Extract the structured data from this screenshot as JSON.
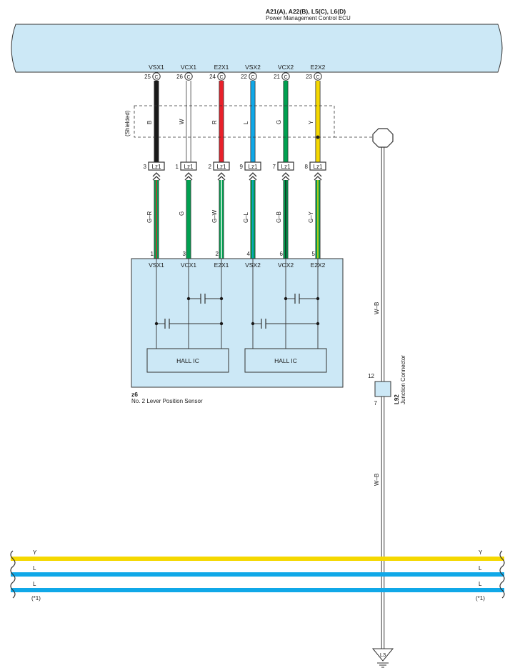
{
  "ecu": {
    "codes": "A21(A), A22(B), L5(C), L6(D)",
    "name": "Power Management Control ECU",
    "pins": [
      {
        "label": "VSX1",
        "num": "25",
        "connector": "C",
        "color": "B",
        "hex": "#1a1a1a"
      },
      {
        "label": "VCX1",
        "num": "26",
        "connector": "C",
        "color": "W",
        "hex": "#ffffff"
      },
      {
        "label": "E2X1",
        "num": "24",
        "connector": "C",
        "color": "R",
        "hex": "#e8202a"
      },
      {
        "label": "VSX2",
        "num": "22",
        "connector": "C",
        "color": "L",
        "hex": "#10a8e8"
      },
      {
        "label": "VCX2",
        "num": "21",
        "connector": "C",
        "color": "G",
        "hex": "#00a050"
      },
      {
        "label": "E2X2",
        "num": "23",
        "connector": "C",
        "color": "Y",
        "hex": "#f5d800"
      }
    ]
  },
  "shield": {
    "label": "(Shielded)"
  },
  "lz": {
    "code": "Lz1",
    "pins": [
      {
        "num": "3",
        "wire": "G–R",
        "stripe": "#e8202a"
      },
      {
        "num": "1",
        "wire": "G",
        "stripe": "#00a050"
      },
      {
        "num": "2",
        "wire": "G–W",
        "stripe": "#ffffff"
      },
      {
        "num": "9",
        "wire": "G–L",
        "stripe": "#10a8e8"
      },
      {
        "num": "7",
        "wire": "G–B",
        "stripe": "#1a1a1a"
      },
      {
        "num": "8",
        "wire": "G–Y",
        "stripe": "#f5d800"
      }
    ]
  },
  "sensor": {
    "code": "z6",
    "name": "No. 2 Lever Position Sensor",
    "pins": [
      {
        "num": "1",
        "label": "VSX1"
      },
      {
        "num": "3",
        "label": "VCX1"
      },
      {
        "num": "2",
        "label": "E2X1"
      },
      {
        "num": "4",
        "label": "VSX2"
      },
      {
        "num": "6",
        "label": "VCX2"
      },
      {
        "num": "5",
        "label": "E2X2"
      }
    ],
    "ic_left": "HALL IC",
    "ic_right": "HALL IC"
  },
  "ground_wire": {
    "code_upper": "W–B",
    "code_lower": "W–B"
  },
  "junction": {
    "code": "L92",
    "name": "Junction Connector",
    "pin_top": "12",
    "pin_bottom": "7"
  },
  "ground": {
    "code": "L3"
  },
  "bus": {
    "lines": [
      {
        "label": "Y",
        "hex": "#f5d800"
      },
      {
        "label": "L",
        "hex": "#10a8e8"
      },
      {
        "label": "L",
        "hex": "#10a8e8"
      }
    ],
    "note": "(*1)"
  },
  "colors": {
    "panel": "#cce8f6",
    "panel_border": "#333333",
    "green": "#00a050"
  }
}
